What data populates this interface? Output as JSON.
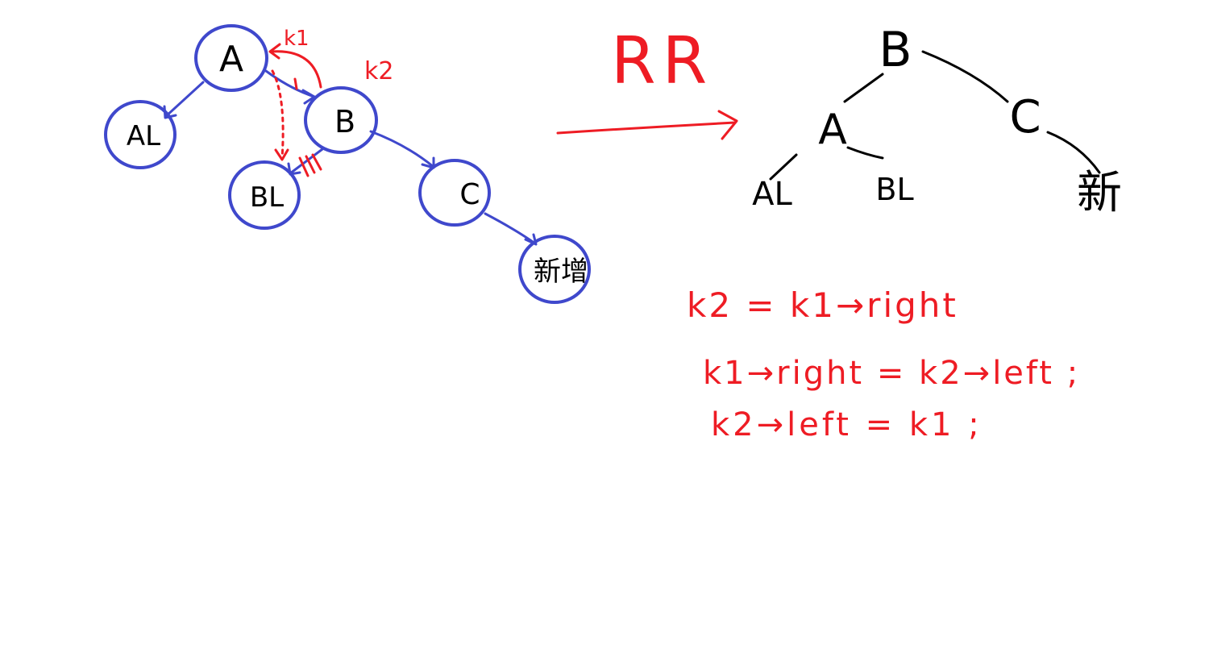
{
  "colors": {
    "node_stroke": "#3f48cc",
    "annotation": "#ee1c24",
    "ink": "#000000",
    "background": "#ffffff"
  },
  "before_tree": {
    "nodes": {
      "a": "A",
      "al": "AL",
      "b": "B",
      "bl": "BL",
      "c": "C",
      "new": "新增"
    },
    "labels": {
      "k1": "k1",
      "k2": "k2"
    }
  },
  "rotation_label": "RR",
  "after_tree": {
    "nodes": {
      "b": "B",
      "a": "A",
      "c": "C",
      "al": "AL",
      "bl": "BL",
      "new": "新"
    }
  },
  "code_lines": [
    "k2 = k1→right",
    "k1→right = k2→left ;",
    "k2→left = k1 ;"
  ]
}
